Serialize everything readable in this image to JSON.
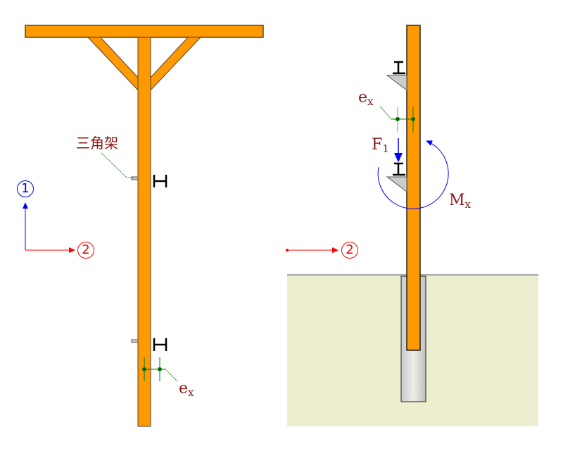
{
  "left_view": {
    "bracket_label": "三角架",
    "ecc_label_main": "e",
    "ecc_label_sub": "x",
    "axis_1": "1",
    "axis_2": "2"
  },
  "right_view": {
    "ecc_label_main": "e",
    "ecc_label_sub": "x",
    "force_label_main": "F",
    "force_label_sub": "1",
    "moment_label_main": "M",
    "moment_label_sub": "x",
    "axis_2": "2"
  },
  "colors": {
    "timber": "#ff9900",
    "ground": "#ededd0",
    "axis1": "#0000ff",
    "axis2": "#ff0000",
    "label": "#8b1a1a",
    "dim": "#008000"
  }
}
